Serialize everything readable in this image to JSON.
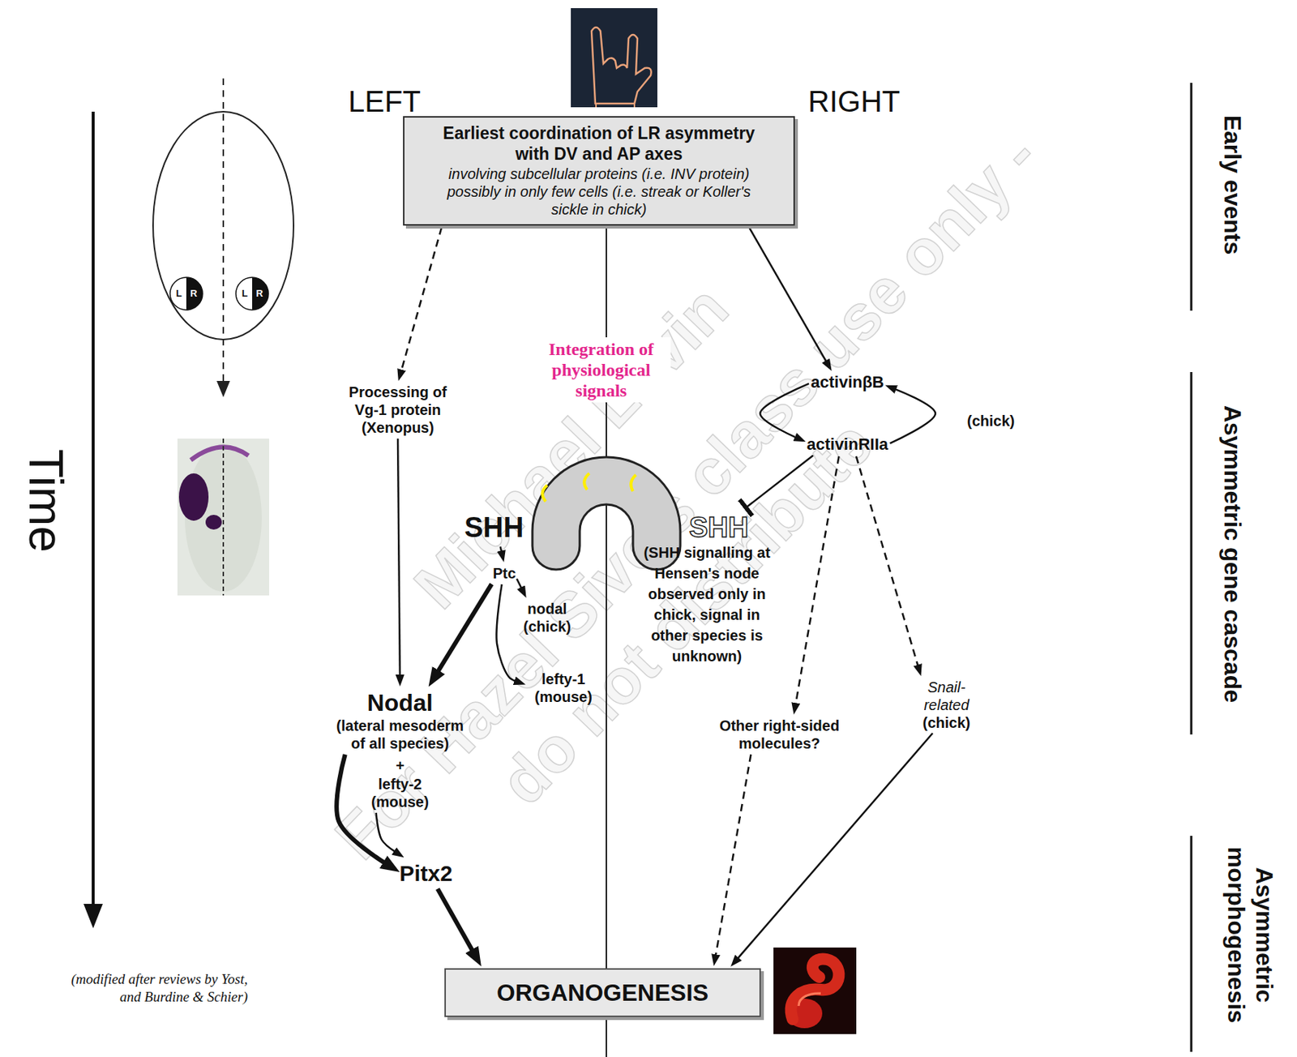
{
  "diagram": {
    "caption": "(modified after reviews by Yost, and Burdine & Schier)",
    "nodes": [
      {
        "text": [
          "Earliest coordination of LR asymmetry with DV and AP axes",
          "involving subcellular proteins (i.e. INV protein) possibly in only few cells (i.e. streak or Koller's sickle in chick)"
        ]
      },
      {
        "text": [
          "Processing of Vg-1 protein (Xenopus)"
        ]
      },
      {
        "text": [
          "activinβB"
        ]
      },
      {
        "text": [
          "activinRIIa"
        ]
      },
      {
        "text": [
          "SHH"
        ]
      },
      {
        "text": [
          "SHH"
        ]
      },
      {
        "text": [
          "Ptc"
        ]
      },
      {
        "text": [
          "nodal (chick)"
        ]
      },
      {
        "text": [
          "lefty-1 (mouse)"
        ]
      },
      {
        "text": [
          "Nodal",
          "(lateral mesoderm of all species)"
        ]
      },
      {
        "text": [
          "lefty-2 (mouse)"
        ]
      },
      {
        "text": [
          "Other right-sided molecules?"
        ]
      },
      {
        "text": [
          "Snail-related",
          "(chick)"
        ]
      },
      {
        "text": [
          "Pitx2"
        ]
      },
      {
        "text": [
          "ORGANOGENESIS"
        ]
      }
    ],
    "edges": [
      {
        "from": 0,
        "to": 1,
        "arrow": "to"
      },
      {
        "from": 0,
        "to": 2,
        "arrow": "to"
      },
      {
        "from": 2,
        "to": 3,
        "arrow": "to"
      },
      {
        "from": 3,
        "to": 2,
        "arrow": "to"
      },
      {
        "from": 3,
        "to": 5,
        "arrow": "to"
      },
      {
        "from": 3,
        "to": 11,
        "arrow": "to"
      },
      {
        "from": 3,
        "to": 12,
        "arrow": "to"
      },
      {
        "from": 1,
        "to": 9,
        "arrow": "to"
      },
      {
        "from": 4,
        "to": 6,
        "arrow": "to"
      },
      {
        "from": 6,
        "to": 7,
        "arrow": "to"
      },
      {
        "from": 6,
        "to": 8,
        "arrow": "to"
      },
      {
        "from": 6,
        "to": 9,
        "arrow": "to"
      },
      {
        "from": 9,
        "to": 13,
        "arrow": "to"
      },
      {
        "from": 10,
        "to": 13,
        "arrow": "to"
      },
      {
        "from": 13,
        "to": 14,
        "arrow": "to"
      },
      {
        "from": 11,
        "to": 14,
        "arrow": "to"
      },
      {
        "from": 12,
        "to": 14,
        "arrow": "to"
      }
    ],
    "labels": [
      "LEFT",
      "RIGHT",
      "Integration of physiological signals",
      "(chick)",
      "(SHH signalling at Hensen's node observed only in chick, signal in other species is unknown)",
      "+",
      "L",
      "R",
      "L",
      "R",
      "Time",
      "Early events",
      "Asymmetric gene cascade",
      "Asymmetric morphogenesis",
      "Michael Levin",
      "For Hazel Sive's class use only -",
      "do not distribute"
    ]
  }
}
